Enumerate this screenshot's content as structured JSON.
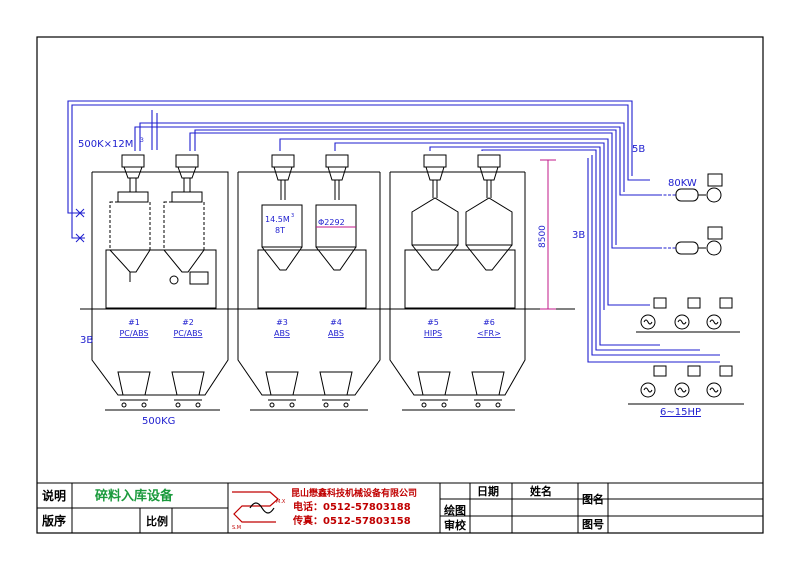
{
  "top_labels": {
    "capacity": "500K×12M",
    "capacity_sup": "3",
    "pipe_right_top": "5B",
    "pipe_right_mid": "3B",
    "left_3b": "3B",
    "height": "8500",
    "blower": "80KW",
    "motors": "6~15HP",
    "bin_left": "500KG"
  },
  "silo_labels": {
    "volume": "14.5M",
    "volume_sup": "3",
    "weight": "8T",
    "diameter": "Φ2292"
  },
  "bins": [
    {
      "num": "#1",
      "mat": "PC/ABS"
    },
    {
      "num": "#2",
      "mat": "PC/ABS"
    },
    {
      "num": "#3",
      "mat": "ABS"
    },
    {
      "num": "#4",
      "mat": "ABS"
    },
    {
      "num": "#5",
      "mat": "HIPS"
    },
    {
      "num": "#6",
      "mat": "<FR>"
    }
  ],
  "title_block": {
    "desc_label": "说明",
    "desc_value": "碎料入库设备",
    "seq_label": "版序",
    "scale_label": "比例",
    "logo_top": "M.X",
    "logo_bottom": "S.M",
    "company": "昆山懋鑫科技机械设备有限公司",
    "phone": "电话：0512-57803188",
    "fax": "传真：0512-57803158",
    "draw_label": "绘图",
    "check_label": "审校",
    "date_label": "日期",
    "name_label": "姓名",
    "drawing_name_label": "图名",
    "drawing_no_label": "图号"
  },
  "colors": {
    "line": "#000000",
    "accent": "#1e1ecf",
    "dim": "#c0188a",
    "label": "#1e1ecf",
    "title_red": "#c00000",
    "title_green": "#1a9a3c"
  }
}
